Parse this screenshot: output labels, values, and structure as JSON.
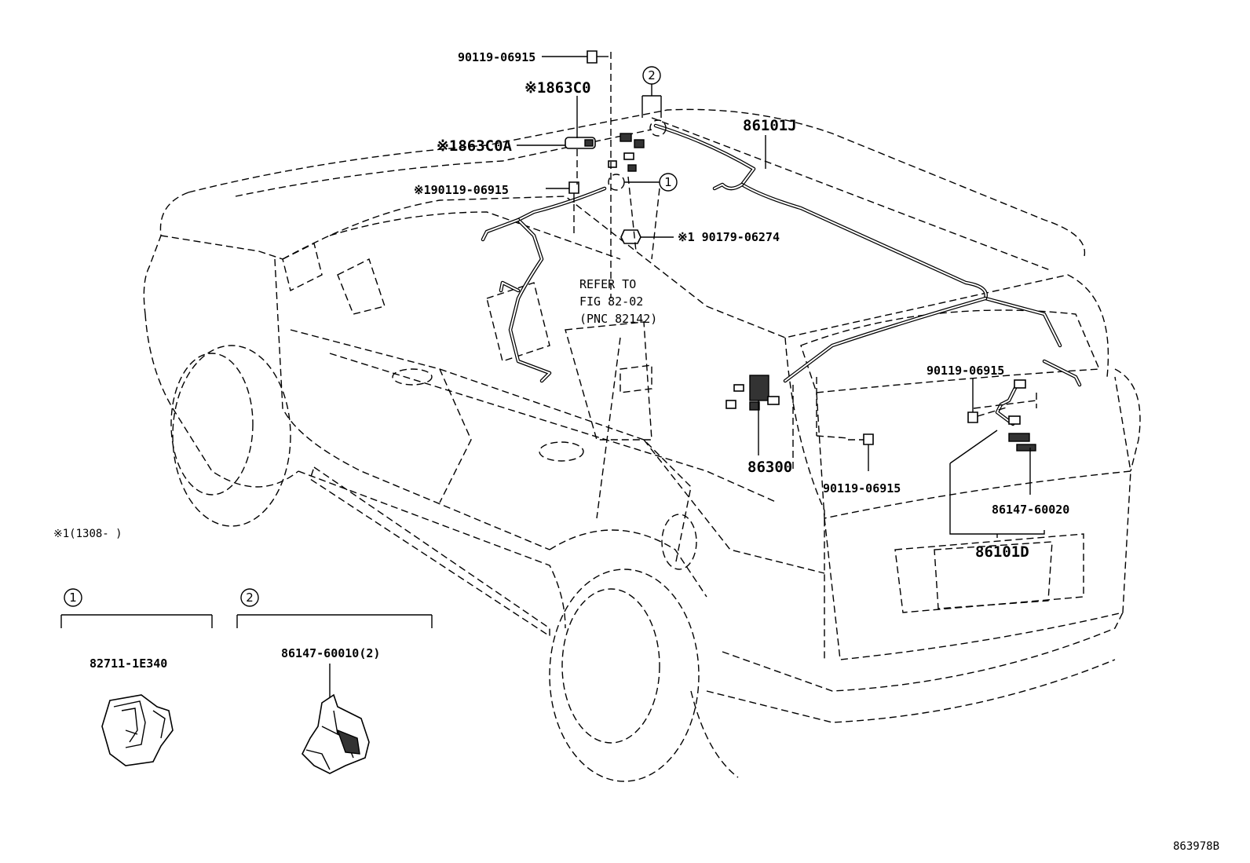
{
  "labels": {
    "bolt_top": "90119-06915",
    "part_863C0": "※1863C0",
    "part_863C0A": "※1863C0A",
    "bolt_mid": "※190119-06915",
    "nut": "※1 90179-06274",
    "harness_roof": "86101J",
    "ref_line1": "REFER TO",
    "ref_line2": "FIG 82-02",
    "ref_line3": "(PNC 82142)",
    "bolt_rear": "90119-06915",
    "module": "86300",
    "bolt_lower": "90119-06915",
    "clamp_rear": "86147-60020",
    "harness_rear": "86101D",
    "note": "※1(1308-     )",
    "callout_1": "1",
    "callout_2": "2",
    "legend_1_num": "1",
    "legend_1_part": "82711-1E340",
    "legend_2_num": "2",
    "legend_2_part": "86147-60010(2)",
    "figure_id": "863978B"
  }
}
